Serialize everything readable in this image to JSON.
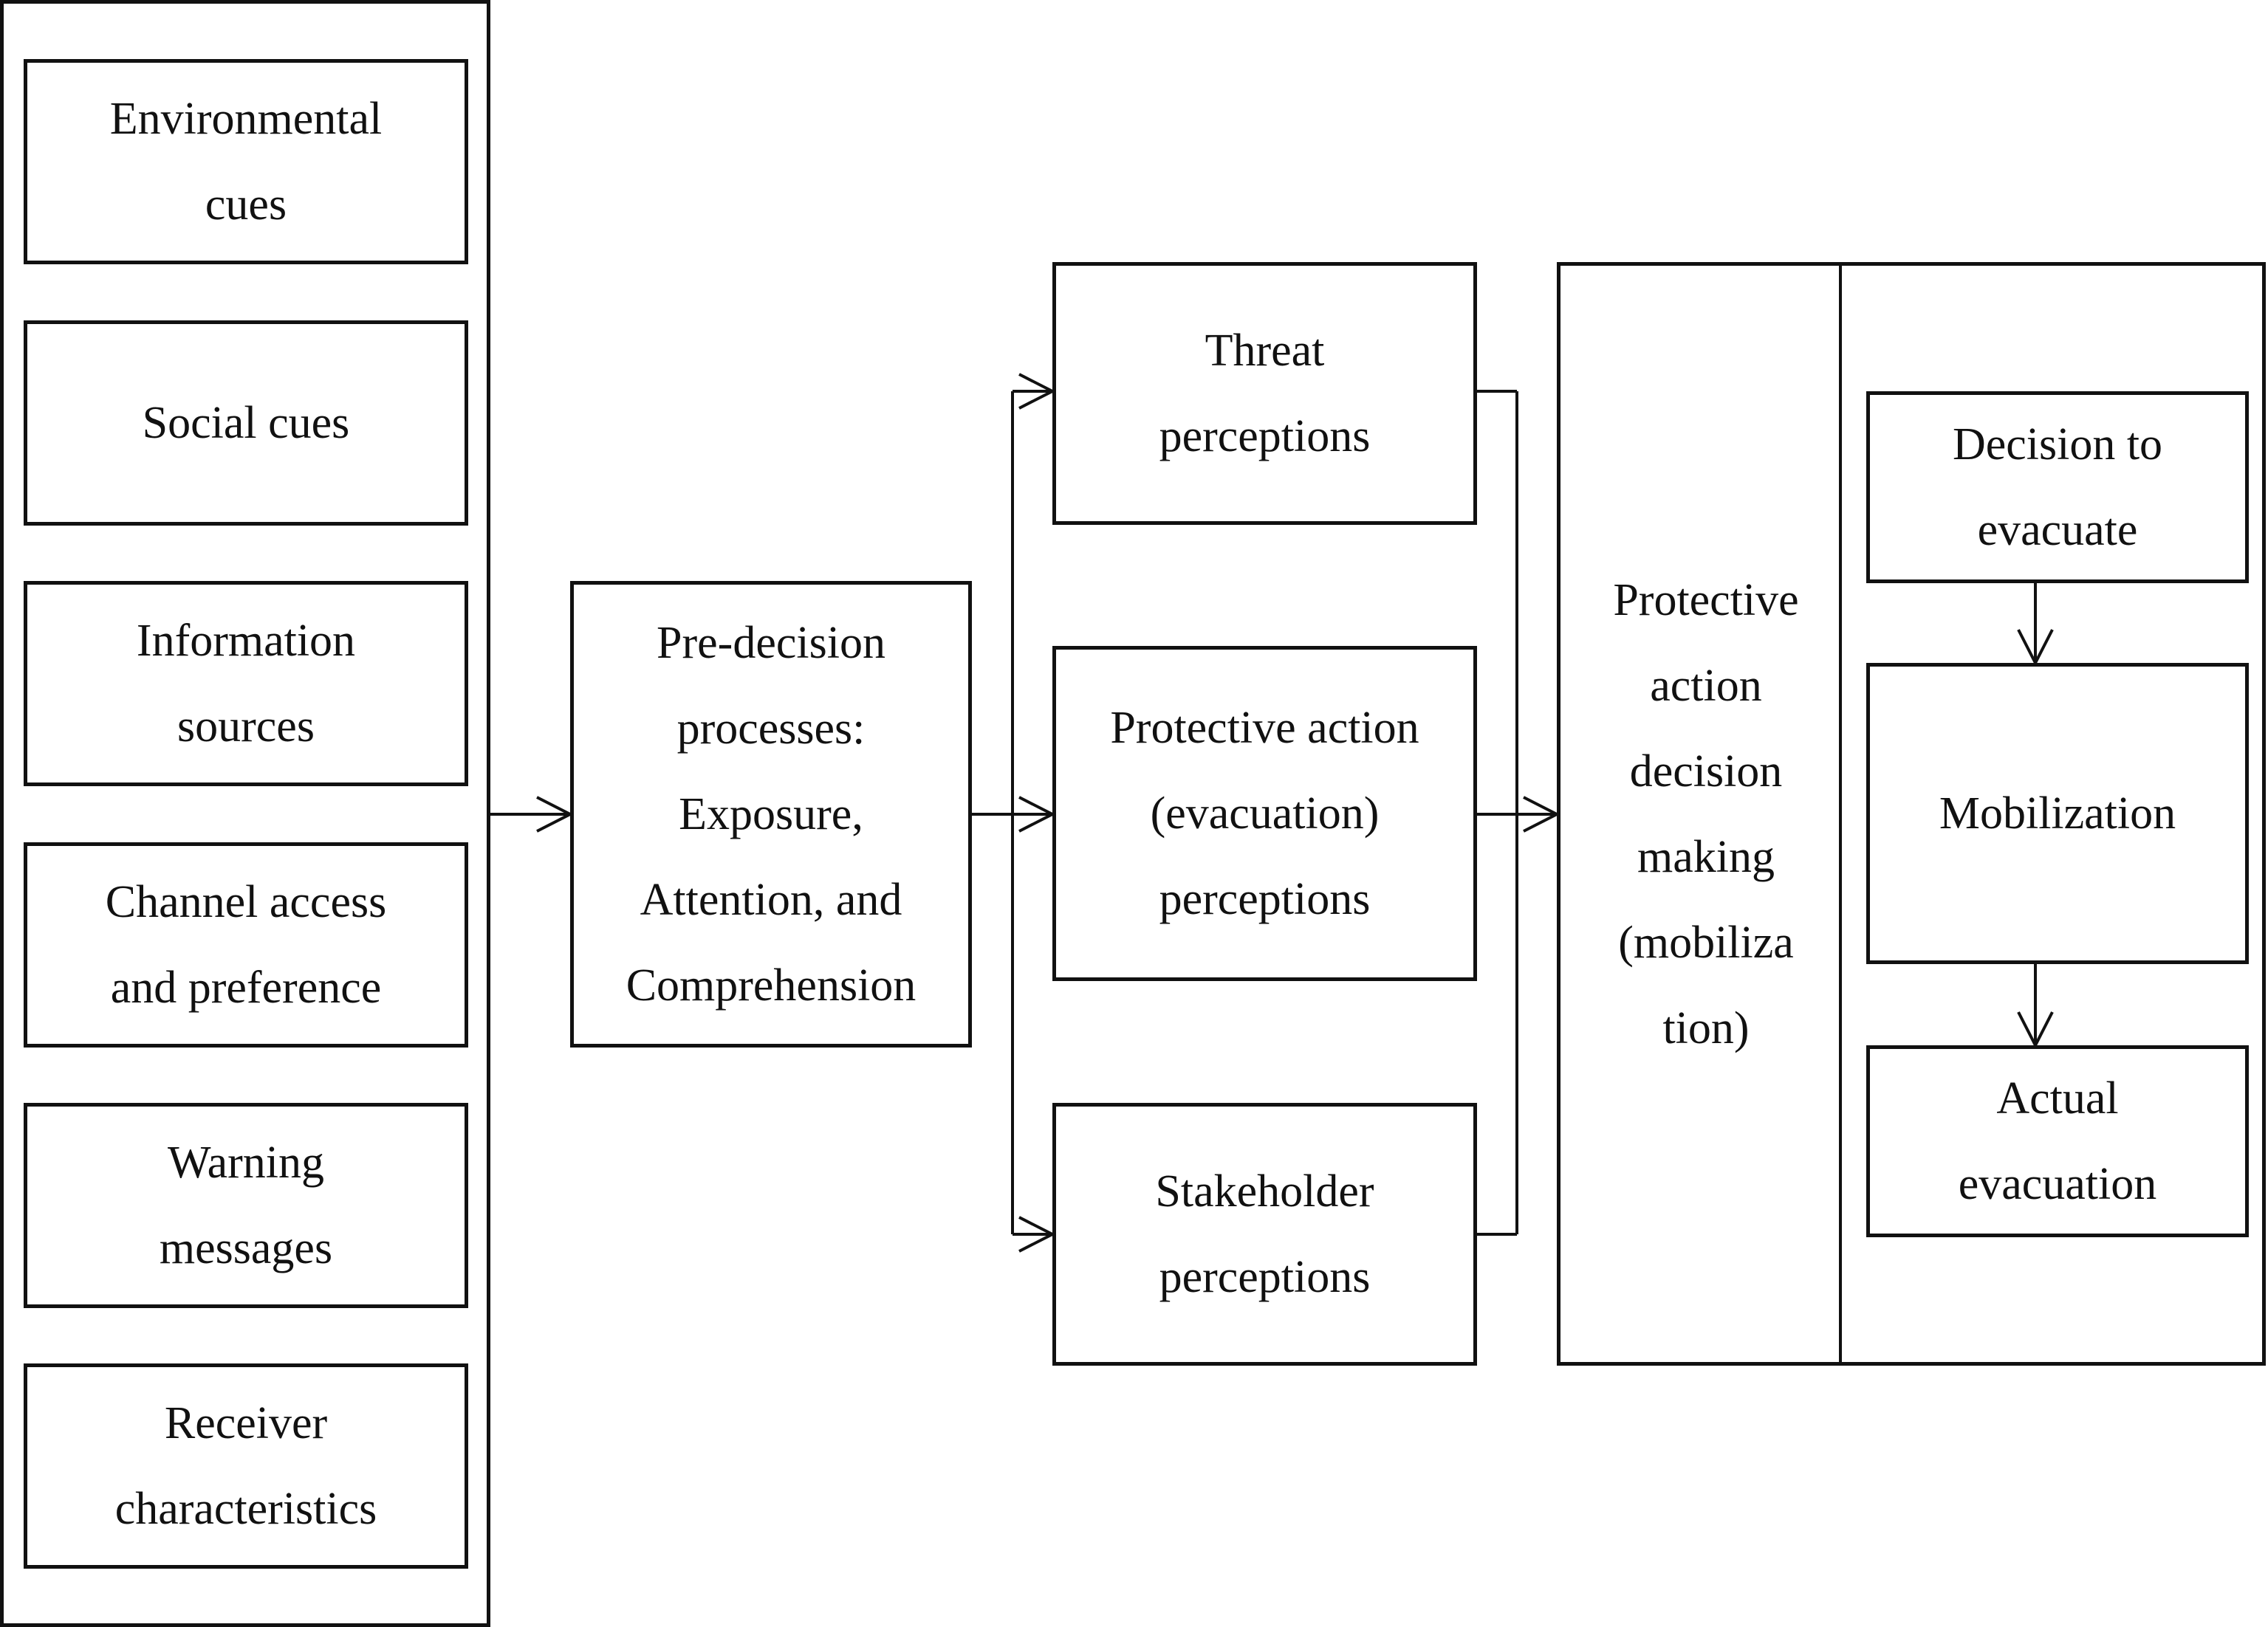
{
  "inputs": {
    "environmental_cues": "Environmental\ncues",
    "social_cues": "Social cues",
    "information_sources": "Information\nsources",
    "channel_access": "Channel access\nand preference",
    "warning_messages": "Warning\nmessages",
    "receiver_characteristics": "Receiver\ncharacteristics"
  },
  "predecision": "Pre-decision\nprocesses:\nExposure,\nAttention, and\nComprehension",
  "perceptions": {
    "threat": "Threat\nperceptions",
    "protective_action": "Protective action\n(evacuation)\nperceptions",
    "stakeholder": "Stakeholder\nperceptions"
  },
  "decision_making": "Protective\naction\ndecision\nmaking\n(mobiliza\ntion)",
  "stages": {
    "decision_to_evacuate": "Decision to\nevacuate",
    "mobilization": "Mobilization",
    "actual_evacuation": "Actual\nevacuation"
  },
  "colors": {
    "stroke": "#111111",
    "background": "#ffffff"
  }
}
